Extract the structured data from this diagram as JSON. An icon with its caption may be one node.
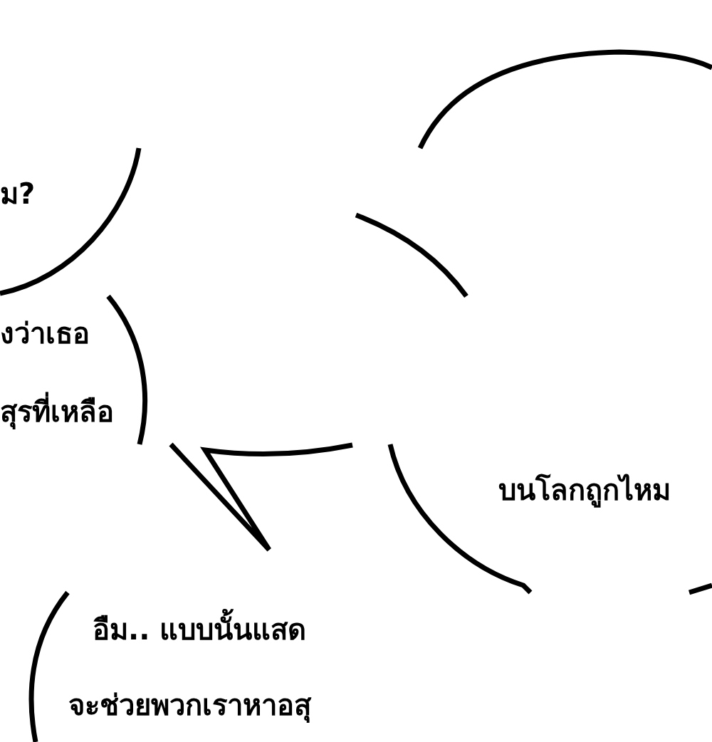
{
  "diagram": {
    "labels": [
      "ม?",
      "งว่าเธอ",
      "สุรที่เหลือ",
      "บนโลกถูกไหม",
      "อืม.. แบบนั้นแสด",
      "จะช่วยพวกเราหาอสุ"
    ]
  }
}
